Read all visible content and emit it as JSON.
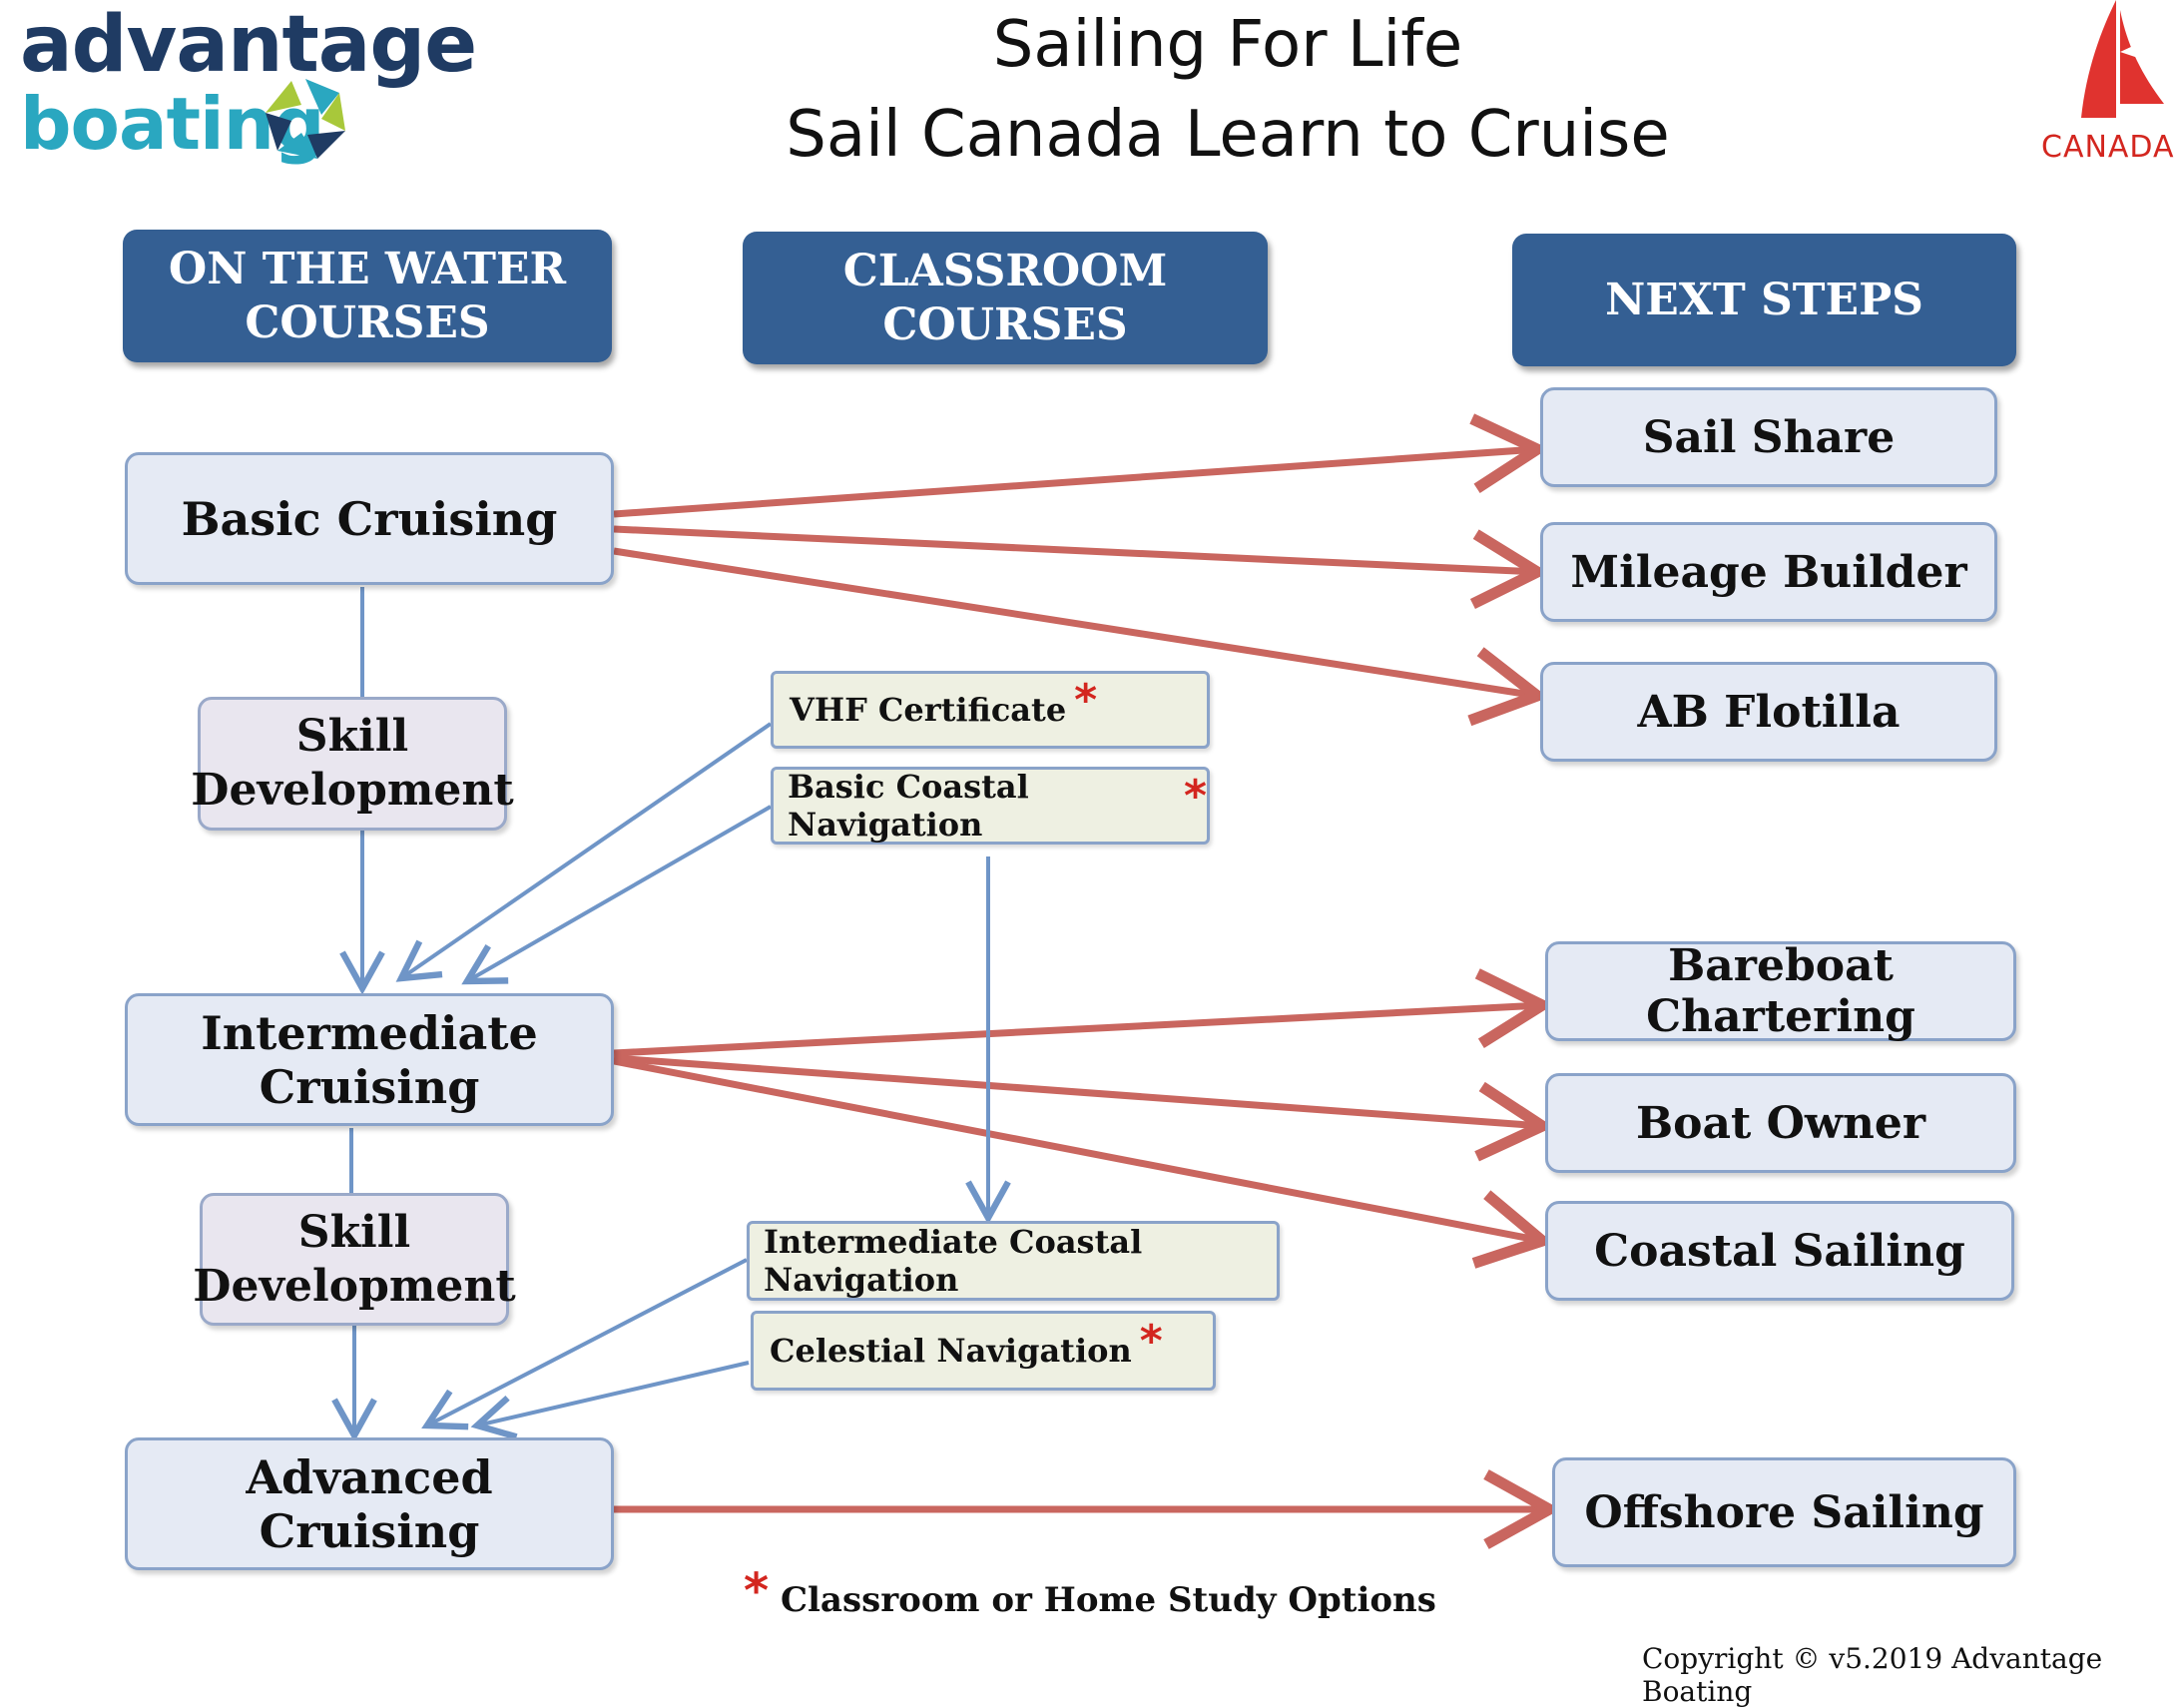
{
  "logo": {
    "line1": "advantage",
    "line2": "boating"
  },
  "title": {
    "line1": "Sailing For Life",
    "line2": "Sail Canada Learn to Cruise"
  },
  "sail_canada_logo": {
    "text": "CANADA"
  },
  "headers": {
    "on_water": "ON THE WATER COURSES",
    "classroom": "CLASSROOM COURSES",
    "next_steps": "NEXT STEPS"
  },
  "on_water": {
    "basic": "Basic Cruising",
    "skill1": "Skill Development",
    "intermediate": "Intermediate Cruising",
    "skill2": "Skill Development",
    "advanced": "Advanced Cruising"
  },
  "classroom": {
    "vhf": "VHF Certificate",
    "basic_nav": "Basic Coastal Navigation",
    "int_nav": "Intermediate Coastal Navigation",
    "celestial": "Celestial Navigation",
    "star": "*"
  },
  "next_steps": {
    "sail_share": "Sail Share",
    "mileage": "Mileage Builder",
    "flotilla": "AB Flotilla",
    "bareboat": "Bareboat Chartering",
    "owner": "Boat Owner",
    "coastal": "Coastal Sailing",
    "offshore": "Offshore Sailing"
  },
  "footnote": {
    "star": "*",
    "text": "Classroom or Home Study Options"
  },
  "copyright": "Copyright © v5.2019 Advantage Boating",
  "colors": {
    "header": "#345f93",
    "red_arrow": "#c9665f",
    "blue_arrow": "#6f95c7",
    "star": "#d3261f"
  }
}
